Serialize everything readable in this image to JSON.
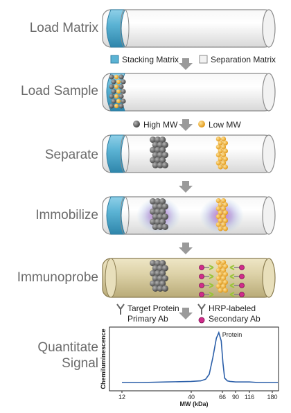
{
  "steps": [
    {
      "label": "Load Matrix"
    },
    {
      "label": "Load Sample"
    },
    {
      "label": "Separate"
    },
    {
      "label": "Immobilize"
    },
    {
      "label": "Immunoprobe"
    },
    {
      "label": "Quantitate\nSignal"
    }
  ],
  "legends": {
    "matrix": {
      "stacking": "Stacking Matrix",
      "separation": "Separation Matrix"
    },
    "mw": {
      "high": "High MW",
      "low": "Low MW"
    },
    "antibody": {
      "primary_line1": "Target Protein",
      "primary_line2": "Primary Ab",
      "secondary_line1": "HRP-labeled",
      "secondary_line2": "Secondary Ab"
    }
  },
  "colors": {
    "stacking": "#5bb3d4",
    "separation": "#eeeeee",
    "high_mw": "#666666",
    "low_mw": "#f5b431",
    "probe_tube": "#ddd2a8",
    "hrp": "#d02c8a",
    "primary_ab": "#9ac43a",
    "trace": "#2a5ea8"
  },
  "chart_data": {
    "type": "line",
    "xlabel": "MW (kDa)",
    "ylabel": "Chemiluminescence",
    "x_ticks": [
      "12",
      "40",
      "66",
      "90",
      "116",
      "180"
    ],
    "peak_label": "Protein",
    "series": [
      {
        "x": [
          12,
          20,
          30,
          40,
          48,
          52,
          55,
          58,
          61,
          63,
          65,
          67,
          70,
          75,
          80,
          90,
          100,
          116,
          140,
          180
        ],
        "y": [
          0.1,
          0.1,
          0.11,
          0.12,
          0.13,
          0.16,
          0.25,
          0.55,
          0.9,
          1.0,
          0.85,
          0.45,
          0.18,
          0.13,
          0.12,
          0.11,
          0.11,
          0.11,
          0.1,
          0.1
        ]
      }
    ]
  }
}
